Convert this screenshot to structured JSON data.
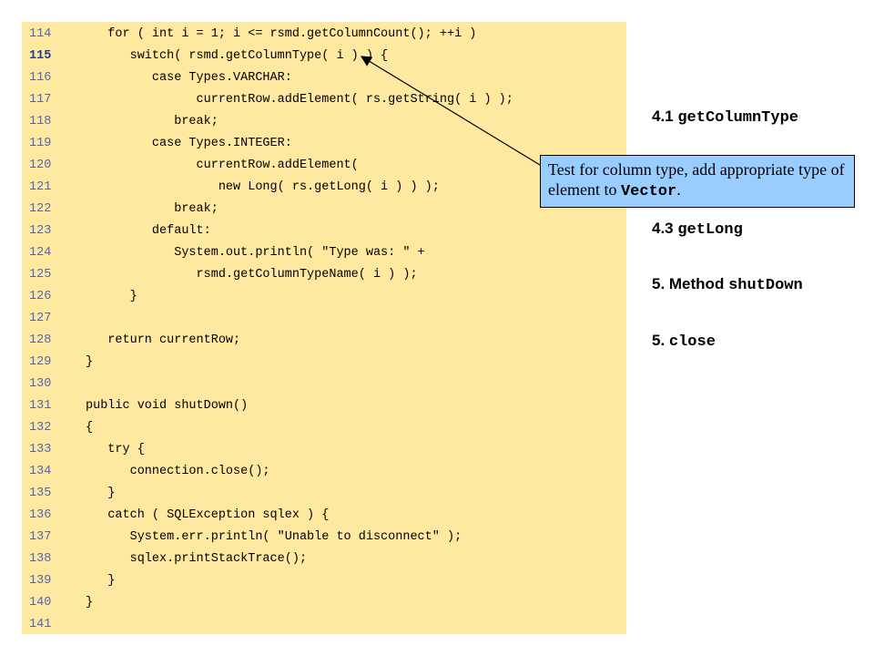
{
  "code_lines": [
    {
      "num": "114",
      "text": "   for ( int i = 1; i <= rsmd.getColumnCount(); ++i )",
      "bold": false
    },
    {
      "num": "115",
      "text": "      switch( rsmd.getColumnType( i ) ) {",
      "bold": true
    },
    {
      "num": "116",
      "text": "         case Types.VARCHAR:",
      "bold": false
    },
    {
      "num": "117",
      "text": "               currentRow.addElement( rs.getString( i ) );",
      "bold": false
    },
    {
      "num": "118",
      "text": "            break;",
      "bold": false
    },
    {
      "num": "119",
      "text": "         case Types.INTEGER:",
      "bold": false
    },
    {
      "num": "120",
      "text": "               currentRow.addElement(",
      "bold": false
    },
    {
      "num": "121",
      "text": "                  new Long( rs.getLong( i ) ) );",
      "bold": false
    },
    {
      "num": "122",
      "text": "            break;",
      "bold": false
    },
    {
      "num": "123",
      "text": "         default:",
      "bold": false
    },
    {
      "num": "124",
      "text": "            System.out.println( \"Type was: \" +",
      "bold": false
    },
    {
      "num": "125",
      "text": "               rsmd.getColumnTypeName( i ) );",
      "bold": false
    },
    {
      "num": "126",
      "text": "      }",
      "bold": false
    },
    {
      "num": "127",
      "text": "",
      "bold": false
    },
    {
      "num": "128",
      "text": "   return currentRow;",
      "bold": false
    },
    {
      "num": "129",
      "text": "}",
      "bold": false
    },
    {
      "num": "130",
      "text": "",
      "bold": false
    },
    {
      "num": "131",
      "text": "public void shutDown()",
      "bold": false
    },
    {
      "num": "132",
      "text": "{",
      "bold": false
    },
    {
      "num": "133",
      "text": "   try {",
      "bold": false
    },
    {
      "num": "134",
      "text": "      connection.close();",
      "bold": false
    },
    {
      "num": "135",
      "text": "   }",
      "bold": false
    },
    {
      "num": "136",
      "text": "   catch ( SQLException sqlex ) {",
      "bold": false
    },
    {
      "num": "137",
      "text": "      System.err.println( \"Unable to disconnect\" );",
      "bold": false
    },
    {
      "num": "138",
      "text": "      sqlex.printStackTrace();",
      "bold": false
    },
    {
      "num": "139",
      "text": "   }",
      "bold": false
    },
    {
      "num": "140",
      "text": "}",
      "bold": false
    },
    {
      "num": "141",
      "text": "",
      "bold": false
    }
  ],
  "outline": {
    "item1": {
      "prefix": "4.1 ",
      "code": "getColumnType"
    },
    "item2": {
      "prefix": "4.3 ",
      "code": "getLong"
    },
    "item3": {
      "prefix": "5. Method ",
      "code": "shutDown"
    },
    "item4": {
      "prefix": "5. ",
      "code": "close"
    }
  },
  "callout": {
    "text_before": "Test for column type, add appropriate type of element to ",
    "code": "Vector",
    "text_after": "."
  },
  "colors": {
    "code_background": "#ffe89f",
    "line_number": "#4d6bb3",
    "callout_background": "#99ccff"
  }
}
